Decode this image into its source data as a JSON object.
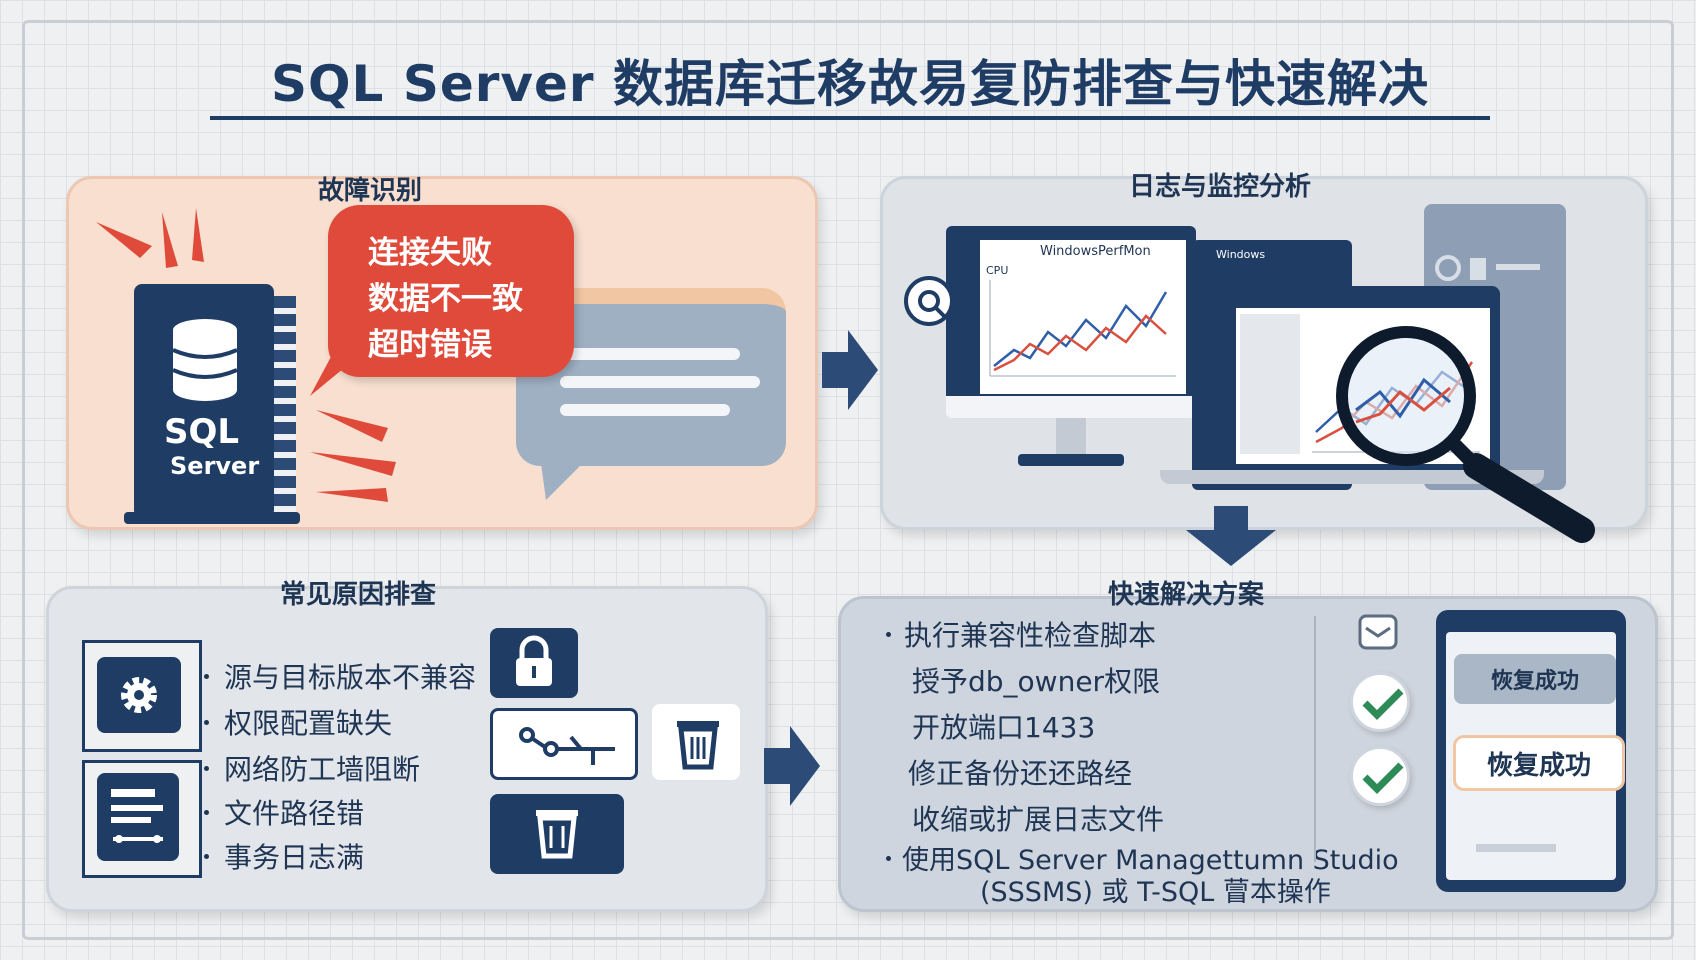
{
  "title": "SQL Server 数据库迁移故易复防排查与快速解决",
  "panels": {
    "fault": {
      "title": "故障识别",
      "alerts": [
        "连接失败",
        "数据不一致",
        "超时错误"
      ],
      "server_label_top": "SQL",
      "server_label_bottom": "Server"
    },
    "logs": {
      "title": "日志与监控分析",
      "window_title": "WindowsPerfMon",
      "window_subtitle": "CPU",
      "window2_title": "Windows"
    },
    "causes": {
      "title": "常见原因排查",
      "items": [
        "源与目标版本不兼容",
        "权限配置缺失",
        "网络防工墙阻断",
        "文件路径错",
        "事务日志满"
      ]
    },
    "solutions": {
      "title": "快速解决方案",
      "items": [
        "执行兼容性检查脚本",
        "授予db_owner权限",
        "开放端口1433",
        "修正备份还还路经",
        "收缩或扩展日志文件"
      ],
      "last_item_line1": "使用SQL Server Managettumn Studio",
      "last_item_line2": "(SSSMS)  或 T-SQL 萺本操作",
      "status_1": "恢复成功",
      "status_2": "恢复成功"
    }
  },
  "icons": {
    "fault": [
      "database-icon",
      "alert-burst-icon"
    ],
    "logs": [
      "search-icon",
      "magnifier-icon",
      "line-chart-icon"
    ],
    "causes": [
      "gear-icon",
      "document-icon",
      "lock-icon",
      "network-key-icon",
      "trash-icon"
    ],
    "solutions": [
      "checkmark-icon",
      "inbox-icon"
    ]
  },
  "colors": {
    "navy": "#1f3c64",
    "alert_red": "#e04a3a",
    "fault_panel": "#f8dfcf",
    "check_green": "#2e8b57",
    "chart_blue": "#2f5fa8",
    "chart_red": "#d9503f"
  }
}
